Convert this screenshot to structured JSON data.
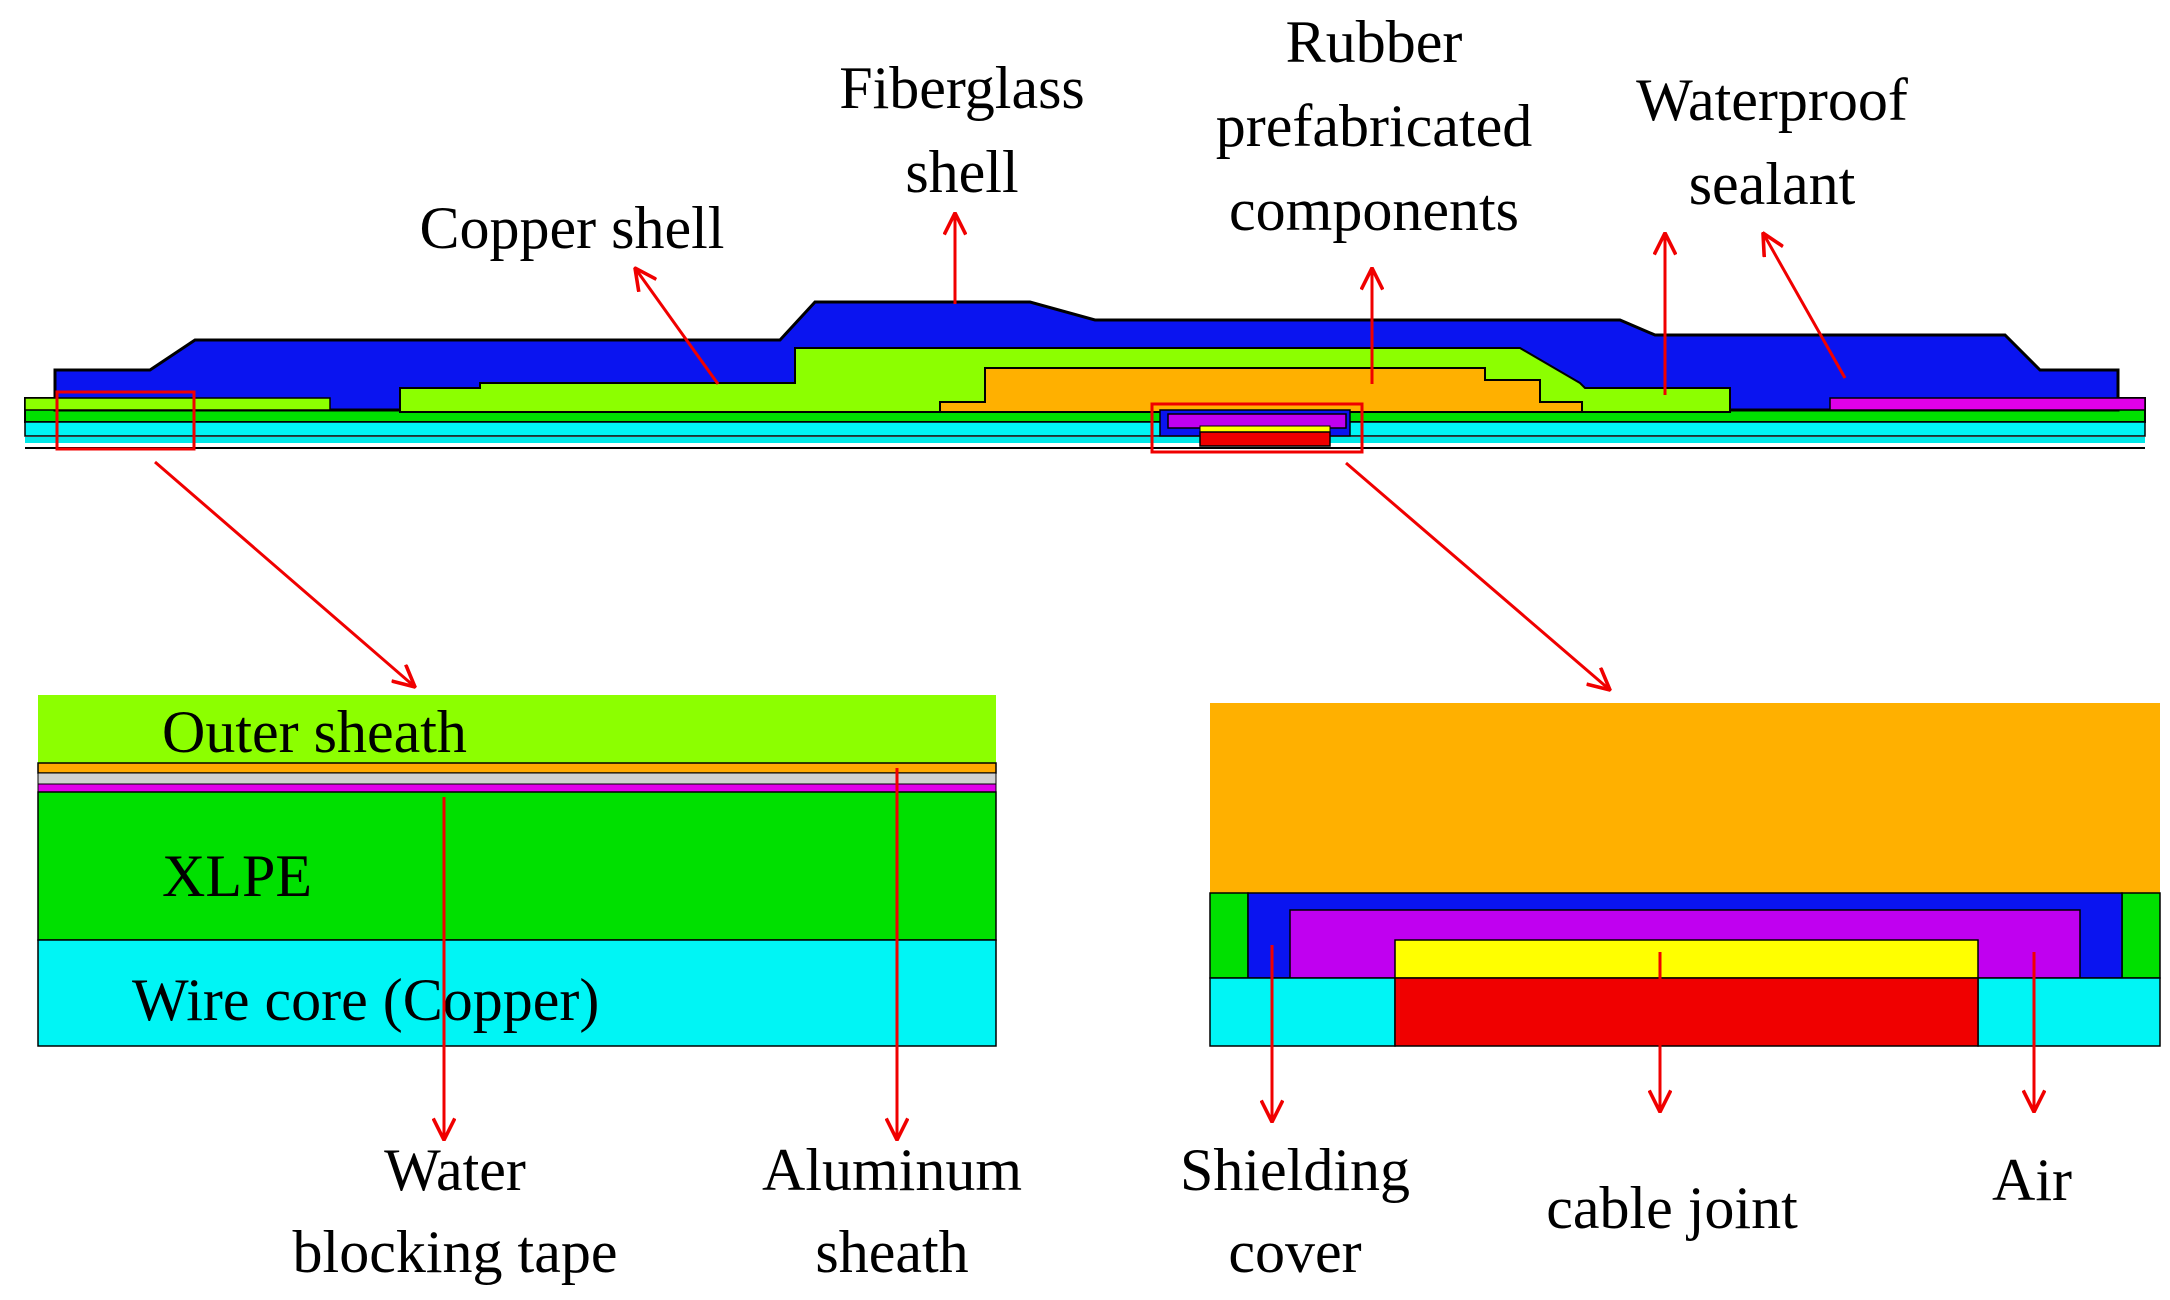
{
  "labels": {
    "copper_shell": "Copper shell",
    "fiberglass_shell": [
      "Fiberglass",
      "shell"
    ],
    "rubber_components": [
      "Rubber",
      "prefabricated",
      "components"
    ],
    "waterproof_sealant": [
      "Waterproof",
      "sealant"
    ],
    "outer_sheath": "Outer sheath",
    "xlpe": "XLPE",
    "wire_core": "Wire core (Copper)",
    "water_blocking_tape": [
      "Water",
      "blocking tape"
    ],
    "aluminum_sheath": [
      "Aluminum",
      "sheath"
    ],
    "shielding_cover": [
      "Shielding",
      "cover"
    ],
    "cable_joint": "cable joint",
    "air": "Air"
  },
  "colors": {
    "fiberglass_shell": "#0A14F0",
    "copper_shell": "#8CFF00",
    "rubber_components": "#FFB000",
    "xlpe": "#00E000",
    "wire_core": "#00F5F5",
    "waterproof_sealant": "#E000E8",
    "air_purple": "#C000F0",
    "cable_joint_yellow": "#FFFF00",
    "cable_joint_red": "#F00000",
    "aluminum_orange": "#FFA800",
    "water_tape_grey": "#D0D0D0",
    "annotation_red": "#F00000"
  }
}
